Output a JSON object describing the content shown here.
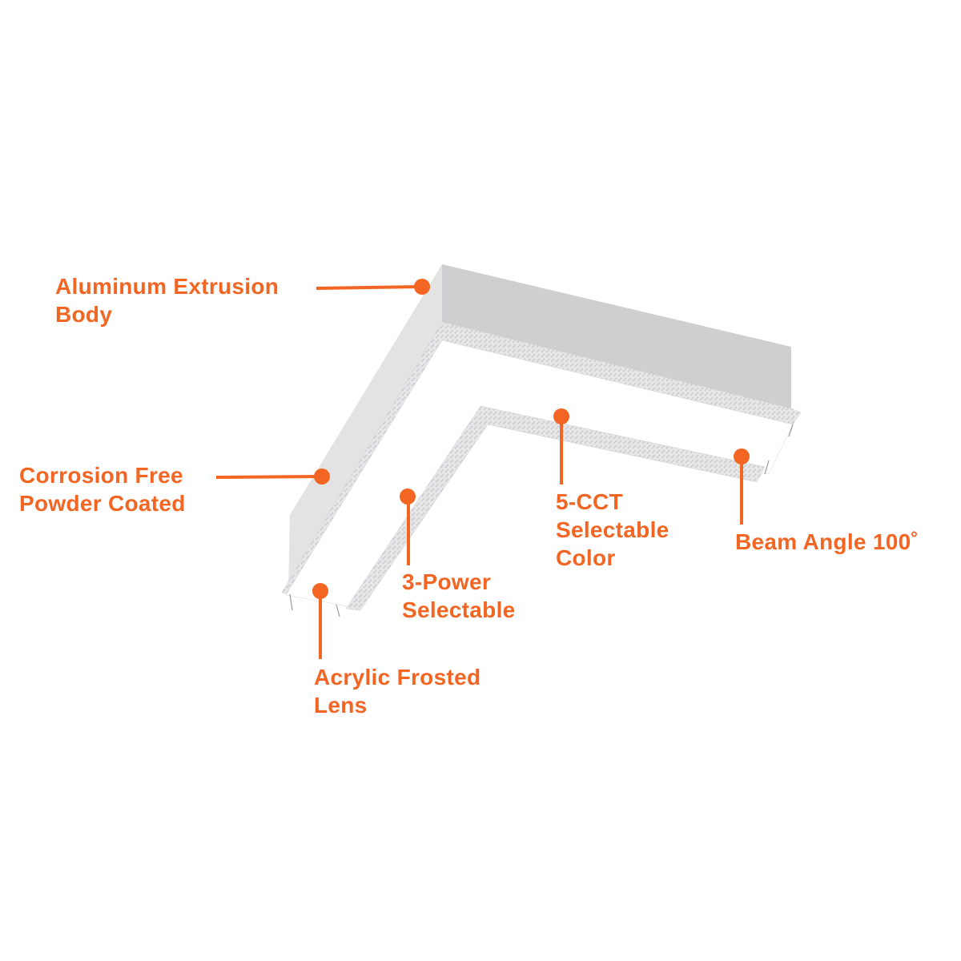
{
  "accent_color": "#f26522",
  "callouts": {
    "aluminum": {
      "lines": [
        "Aluminum Extrusion",
        "Body"
      ]
    },
    "corrosion": {
      "lines": [
        "Corrosion Free",
        "Powder Coated"
      ]
    },
    "power": {
      "lines": [
        "3-Power",
        "Selectable"
      ]
    },
    "cct": {
      "lines": [
        "5-CCT",
        "Selectable",
        "Color"
      ]
    },
    "beam": {
      "lines": [
        "Beam Angle 100˚"
      ]
    },
    "lens": {
      "lines": [
        "Acrylic Frosted",
        "Lens"
      ]
    }
  }
}
